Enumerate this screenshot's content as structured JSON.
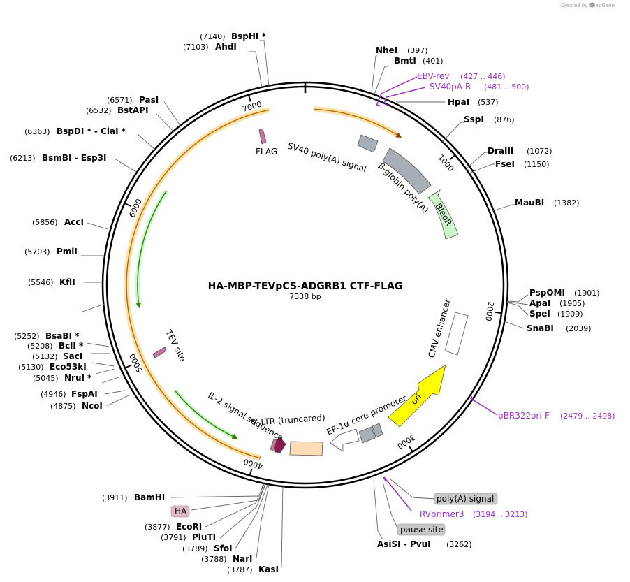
{
  "watermark": "Created by SnapGene",
  "plasmid": {
    "name": "HA-MBP-TEVpCS-ADGRB1 CTF-FLAG",
    "length_label": "7338 bp",
    "length_bp": 7338
  },
  "ticks": [
    {
      "bp": 1000,
      "label": "1000"
    },
    {
      "bp": 2000,
      "label": "2000"
    },
    {
      "bp": 3000,
      "label": "3000"
    },
    {
      "bp": 4000,
      "label": "4000"
    },
    {
      "bp": 5000,
      "label": "5000"
    },
    {
      "bp": 6000,
      "label": "6000"
    },
    {
      "bp": 7000,
      "label": "7000"
    }
  ],
  "enzymes": [
    {
      "name": "BspHI",
      "mark": " *",
      "pos": "(7140)",
      "bp": 7140
    },
    {
      "name": "AhdI",
      "mark": "",
      "pos": "(7103)",
      "bp": 7103
    },
    {
      "name": "NheI",
      "mark": "",
      "pos": "(397)",
      "bp": 397
    },
    {
      "name": "BmtI",
      "mark": "",
      "pos": "(401)",
      "bp": 401
    },
    {
      "name": "HpaI",
      "mark": "",
      "pos": "(537)",
      "bp": 537
    },
    {
      "name": "SspI",
      "mark": "",
      "pos": "(876)",
      "bp": 876
    },
    {
      "name": "DraIII",
      "mark": "",
      "pos": "(1072)",
      "bp": 1072
    },
    {
      "name": "FseI",
      "mark": "",
      "pos": "(1150)",
      "bp": 1150
    },
    {
      "name": "MauBI",
      "mark": "",
      "pos": "(1382)",
      "bp": 1382
    },
    {
      "name": "PspOMI",
      "mark": "",
      "pos": "(1901)",
      "bp": 1901
    },
    {
      "name": "ApaI",
      "mark": "",
      "pos": "(1905)",
      "bp": 1905
    },
    {
      "name": "SpeI",
      "mark": "",
      "pos": "(1909)",
      "bp": 1909
    },
    {
      "name": "SnaBI",
      "mark": "",
      "pos": "(2039)",
      "bp": 2039
    },
    {
      "name": "AsiSI  -  PvuI",
      "mark": "",
      "pos": "(3262)",
      "bp": 3262
    },
    {
      "name": "BamHI",
      "mark": "",
      "pos": "(3911)",
      "bp": 3911
    },
    {
      "name": "EcoRI",
      "mark": "",
      "pos": "(3877)",
      "bp": 3877
    },
    {
      "name": "PluTI",
      "mark": "",
      "pos": "(3791)",
      "bp": 3791
    },
    {
      "name": "SfoI",
      "mark": "",
      "pos": "(3789)",
      "bp": 3789
    },
    {
      "name": "NarI",
      "mark": "",
      "pos": "(3788)",
      "bp": 3788
    },
    {
      "name": "KasI",
      "mark": "",
      "pos": "(3787)",
      "bp": 3787
    },
    {
      "name": "NcoI",
      "mark": "",
      "pos": "(4875)",
      "bp": 4875
    },
    {
      "name": "FspAI",
      "mark": "",
      "pos": "(4946)",
      "bp": 4946
    },
    {
      "name": "NruI",
      "mark": " *",
      "pos": "(5045)",
      "bp": 5045
    },
    {
      "name": "Eco53kI",
      "mark": "",
      "pos": "(5130)",
      "bp": 5130
    },
    {
      "name": "SacI",
      "mark": "",
      "pos": "(5132)",
      "bp": 5132
    },
    {
      "name": "BclI",
      "mark": " *",
      "pos": "(5208)",
      "bp": 5208
    },
    {
      "name": "BsaBI",
      "mark": " *",
      "pos": "(5252)",
      "bp": 5252
    },
    {
      "name": "KflI",
      "mark": "",
      "pos": "(5546)",
      "bp": 5546
    },
    {
      "name": "PmlI",
      "mark": "",
      "pos": "(5703)",
      "bp": 5703
    },
    {
      "name": "AccI",
      "mark": "",
      "pos": "(5856)",
      "bp": 5856
    },
    {
      "name": "BsmBI  -  Esp3I",
      "mark": "",
      "pos": "(6213)",
      "bp": 6213
    },
    {
      "name": "BspDI *  -  ClaI",
      "mark": " *",
      "pos": "(6363)",
      "bp": 6363
    },
    {
      "name": "BstAPI",
      "mark": "",
      "pos": "(6532)",
      "bp": 6532
    },
    {
      "name": "PasI",
      "mark": "",
      "pos": "(6571)",
      "bp": 6571
    }
  ],
  "primers": [
    {
      "name": "EBV-rev",
      "range": "(427 .. 446)",
      "bp": 437
    },
    {
      "name": "SV40pA-R",
      "range": "(481 .. 500)",
      "bp": 490
    },
    {
      "name": "pBR322ori-F",
      "range": "(2479 .. 2498)",
      "bp": 2488
    },
    {
      "name": "RVprimer3",
      "range": "(3194 .. 3213)",
      "bp": 3203
    }
  ],
  "features": [
    {
      "label": "FLAG",
      "color": "#c27ba0"
    },
    {
      "label": "SV40 poly(A) signal",
      "color": "#a8aeb6"
    },
    {
      "label": "β-globin poly(A)",
      "color": "#a8aeb6"
    },
    {
      "label": "BleoR",
      "color": "#ccf5cc"
    },
    {
      "label": "CMV enhancer",
      "color": "#ffffff"
    },
    {
      "label": "ori",
      "color": "#ffff00"
    },
    {
      "label": "EF-1α core promoter",
      "color": "#ffffff"
    },
    {
      "label": "5' LTR (truncated)",
      "color": "#ffdcb8"
    },
    {
      "label": "IL-2 signal sequence",
      "color": "#8b1a4f"
    },
    {
      "label": "TEV site",
      "color": "#c27ba0"
    }
  ],
  "box_labels": [
    {
      "label": "poly(A) signal",
      "color": "#c8c8c8"
    },
    {
      "label": "pause site",
      "color": "#c8c8c8"
    },
    {
      "label": "HA",
      "color": "#e0bccb"
    }
  ],
  "colors": {
    "backbone": "#000000",
    "orf_highlight": "#fde0a8",
    "orf_line": "#e8a200",
    "orf_arrow": "#8b4500",
    "green_orf": "#2e8b00",
    "primer": "#9933cc"
  }
}
